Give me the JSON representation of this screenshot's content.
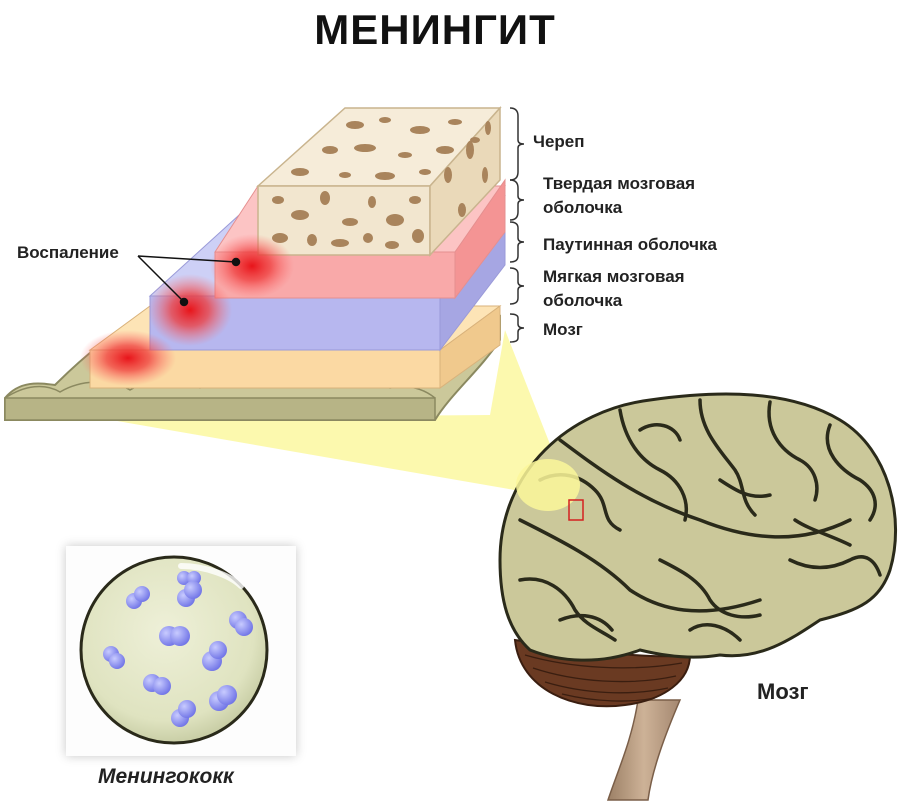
{
  "title": "МЕНИНГИТ",
  "labels": {
    "skull": "Череп",
    "dura_line1": "Твердая мозговая",
    "dura_line2": "оболочка",
    "arachnoid": "Паутинная оболочка",
    "pia_line1": "Мягкая мозговая",
    "pia_line2": "оболочка",
    "brain_layer": "Мозг",
    "inflammation": "Воспаление",
    "brain": "Мозг",
    "bacteria": "Менингококк"
  },
  "colors": {
    "bone": "#f2e6cf",
    "bone_pores": "#a9845c",
    "dura": "#f9a9a9",
    "arachnoid": "#b7b7ef",
    "pia": "#fbd9a3",
    "brain_tissue": "#cbc89a",
    "brain_sulci": "#2a2a1a",
    "cerebellum": "#6a3a22",
    "brainstem": "#b59a80",
    "highlight": "#fbf79a",
    "inflammation": "#e8141a",
    "cocci": "#8c8ff0"
  }
}
